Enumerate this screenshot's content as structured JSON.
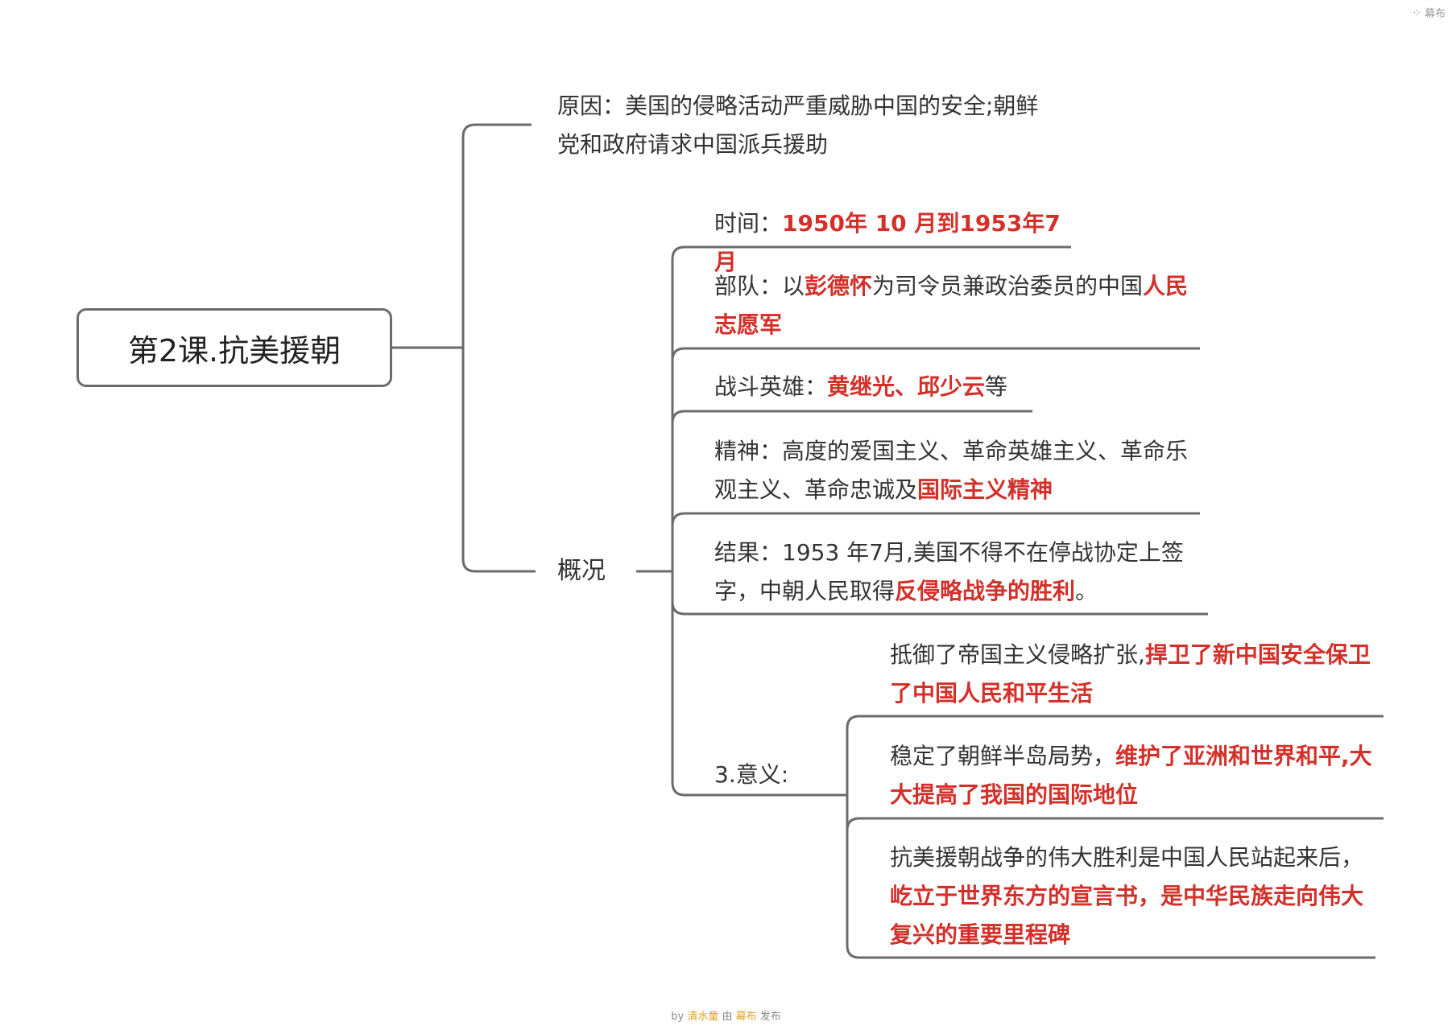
{
  "brand": {
    "icon": "mubu-logo-icon",
    "label": "幕布"
  },
  "root": {
    "label": "第2课.抗美援朝"
  },
  "cause": {
    "text": "原因：美国的侵略活动严重威胁中国的安全;朝鲜党和政府请求中国派兵援助"
  },
  "overview": {
    "label": "概况",
    "time": {
      "prefix": "时间：",
      "value": "1950年 10 月到1953年7月"
    },
    "troops": {
      "prefix": "部队：以",
      "hl1": "彭德怀",
      "mid": "为司令员兼政治委员的中国",
      "hl2": "人民志愿军"
    },
    "heroes": {
      "prefix": "战斗英雄：",
      "hl": "黄继光、邱少云",
      "suffix": "等"
    },
    "spirit": {
      "prefix": "精神：高度的爱国主义、革命英雄主义、革命乐观主义、革命忠诚及",
      "hl": "国际主义精神"
    },
    "result": {
      "prefix": "结果：1953 年7月,美国不得不在停战协定上签字，中朝人民取得",
      "hl": "反侵略战争的胜利",
      "suffix": "。"
    },
    "significance": {
      "label": "3.意义:",
      "item1": {
        "prefix": "抵御了帝国主义侵略扩张,",
        "hl": "捍卫了新中国安全保卫了中国人民和平生活"
      },
      "item2": {
        "prefix": "稳定了朝鲜半岛局势，",
        "hl": "维护了亚洲和世界和平,大大提高了我国的国际地位"
      },
      "item3": {
        "prefix": "抗美援朝战争的伟大胜利是中国人民站起来后，",
        "hl": "屹立于世界东方的宣言书，是中华民族走向伟大复兴的重要里程碑"
      }
    }
  },
  "footer": {
    "by": "by ",
    "author": "清水童",
    "via": " 由 ",
    "platform": "幕布",
    "publish": " 发布"
  },
  "colors": {
    "line": "#6b6b6b",
    "highlight": "#d3302a",
    "text": "#333333"
  }
}
